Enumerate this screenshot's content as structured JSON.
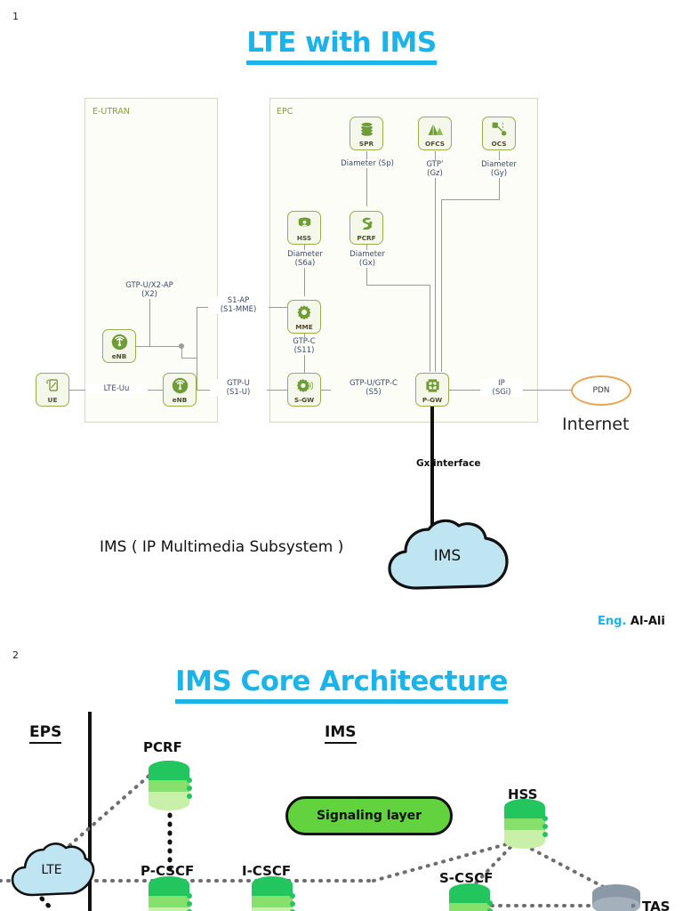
{
  "slides": [
    {
      "number": "1",
      "title": "LTE with IMS",
      "zones": [
        {
          "name": "E-UTRAN",
          "label": "E-UTRAN"
        },
        {
          "name": "EPC",
          "label": "EPC"
        }
      ],
      "nodes": [
        {
          "id": "ue",
          "label": "UE",
          "icon": "mobile-device-icon"
        },
        {
          "id": "enb1",
          "label": "eNB",
          "icon": "antenna-icon"
        },
        {
          "id": "enb2",
          "label": "eNB",
          "icon": "antenna-icon"
        },
        {
          "id": "mme",
          "label": "MME",
          "icon": "gear-icon"
        },
        {
          "id": "sgw",
          "label": "S-GW",
          "icon": "gateway-icon"
        },
        {
          "id": "pgw",
          "label": "P-GW",
          "icon": "grid-gateway-icon"
        },
        {
          "id": "hss",
          "label": "HSS",
          "icon": "database-user-icon"
        },
        {
          "id": "pcrf",
          "label": "PCRF",
          "icon": "policy-icon"
        },
        {
          "id": "spr",
          "label": "SPR",
          "icon": "stacked-disk-icon"
        },
        {
          "id": "ofcs",
          "label": "OFCS",
          "icon": "chart-mountain-icon"
        },
        {
          "id": "ocs",
          "label": "OCS",
          "icon": "node-link-icon"
        }
      ],
      "interfaces": [
        {
          "id": "lte_uu",
          "text": "LTE-Uu"
        },
        {
          "id": "x2",
          "text": "GTP-U/X2-AP\n(X2)",
          "line1": "GTP-U/X2-AP",
          "line2": "(X2)"
        },
        {
          "id": "s1mme",
          "line1": "S1-AP",
          "line2": "(S1-MME)"
        },
        {
          "id": "s1u",
          "line1": "GTP-U",
          "line2": "(S1-U)"
        },
        {
          "id": "s11",
          "line1": "GTP-C",
          "line2": "(S11)"
        },
        {
          "id": "s5",
          "line1": "GTP-U/GTP-C",
          "line2": "(S5)"
        },
        {
          "id": "sgi",
          "line1": "IP",
          "line2": "(SGi)"
        },
        {
          "id": "s6a",
          "line1": "Diameter",
          "line2": "(S6a)"
        },
        {
          "id": "gx",
          "line1": "Diameter",
          "line2": "(Gx)"
        },
        {
          "id": "sp",
          "line1": "Diameter (Sp)",
          "line2": ""
        },
        {
          "id": "gz",
          "line1": "GTPʼ",
          "line2": "(Gz)"
        },
        {
          "id": "gy",
          "line1": "Diameter",
          "line2": "(Gy)"
        }
      ],
      "pdn": {
        "label": "PDN",
        "caption": "Internet",
        "color": "#e8a552"
      },
      "gx_interface": "Gx  interface",
      "ims_caption": "IMS ( IP Multimedia Subsystem )",
      "ims_cloud_label": "IMS",
      "ims_cloud_color": "#bfe5f2",
      "signature": {
        "prefix": "Eng.",
        "name": "Al-Ali",
        "prefix_color": "#1BB3E8"
      }
    },
    {
      "number": "2",
      "title": "IMS Core Architecture",
      "section_labels": [
        {
          "id": "eps",
          "text": "EPS"
        },
        {
          "id": "ims",
          "text": "IMS"
        }
      ],
      "pill": {
        "text": "Signaling layer",
        "color": "#62d23f"
      },
      "cloud": {
        "label": "LTE",
        "color": "#bfe5f2"
      },
      "nodes": [
        {
          "id": "pcrf",
          "label": "PCRF",
          "color": "#22c55e",
          "kind": "cylinder-green"
        },
        {
          "id": "pcscf",
          "label": "P-CSCF",
          "color": "#22c55e",
          "kind": "cylinder-green"
        },
        {
          "id": "icscf",
          "label": "I-CSCF",
          "color": "#22c55e",
          "kind": "cylinder-green"
        },
        {
          "id": "scscf",
          "label": "S-CSCF",
          "color": "#22c55e",
          "kind": "cylinder-green"
        },
        {
          "id": "hss",
          "label": "HSS",
          "color": "#22c55e",
          "kind": "cylinder-green"
        },
        {
          "id": "tas",
          "label": "TAS",
          "color": "#7c8b99",
          "kind": "cylinder-gray"
        }
      ]
    }
  ],
  "theme": {
    "accent": "#1BB3E8",
    "node_border": "#97ad4e",
    "node_fill": "#f4f7e9",
    "zone_border": "#d8d8c0",
    "label_blue": "#3b4a66"
  }
}
